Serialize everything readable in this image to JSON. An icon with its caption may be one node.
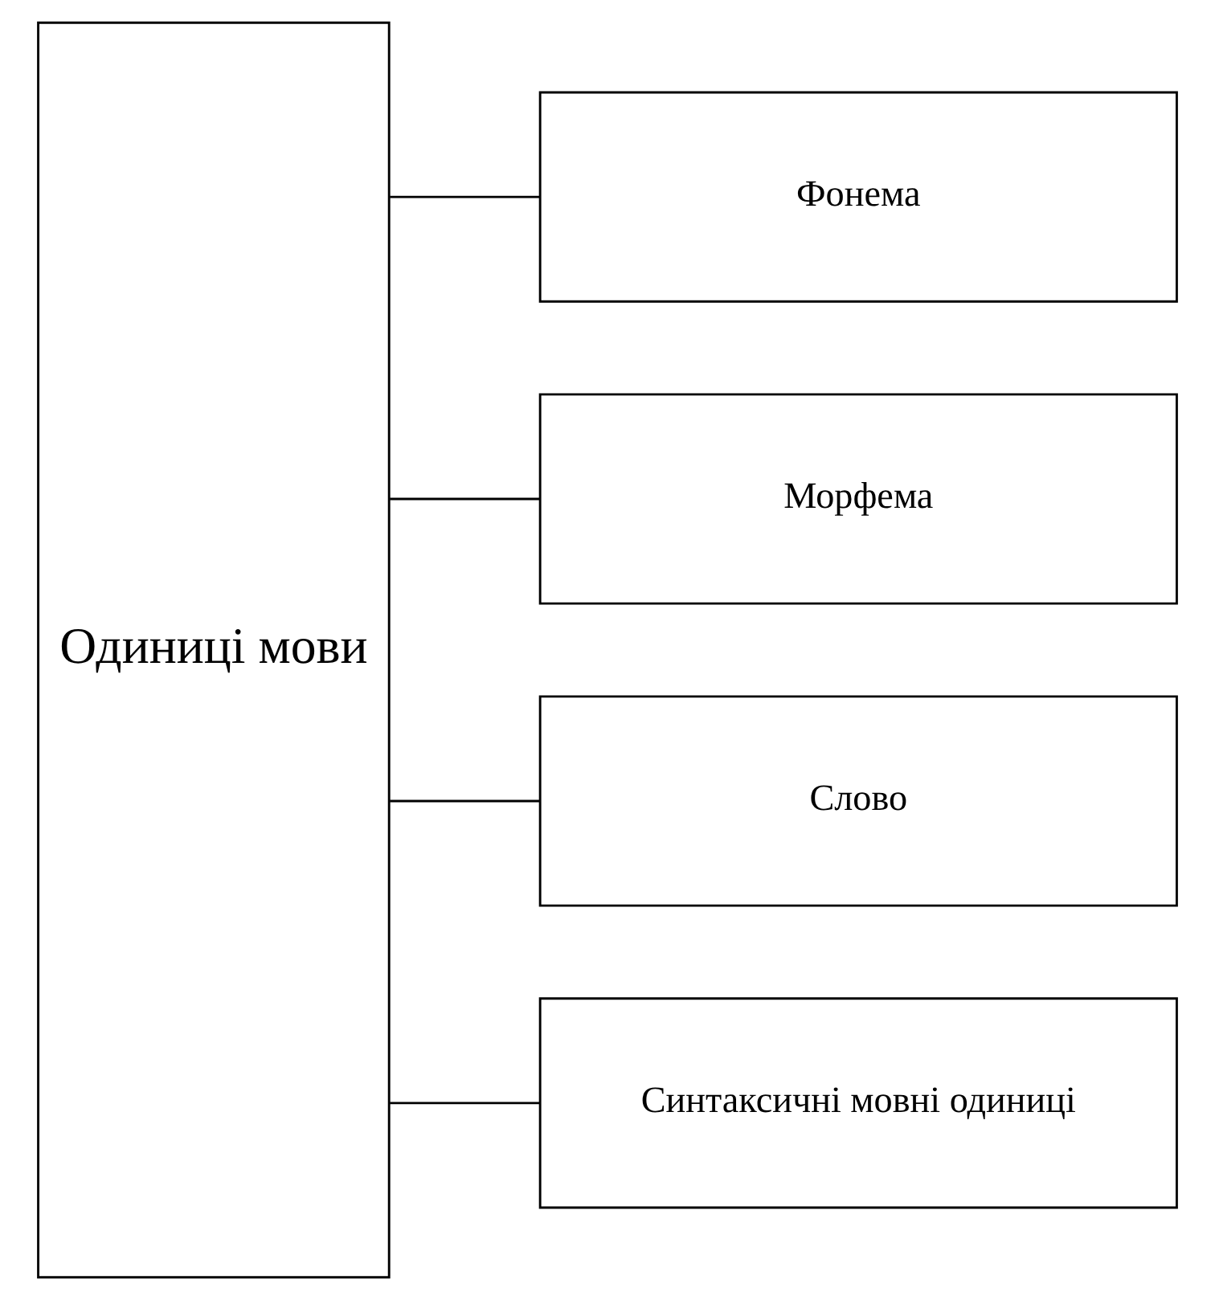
{
  "diagram": {
    "nodes": [
      {
        "text": [
          "Одиниці мови"
        ]
      },
      {
        "text": [
          "Фонема"
        ]
      },
      {
        "text": [
          "Морфема"
        ]
      },
      {
        "text": [
          "Слово"
        ]
      },
      {
        "text": [
          "Синтаксичні мовні одиниці"
        ]
      }
    ],
    "edges": [
      {
        "from": 0,
        "to": 1,
        "arrow": "none"
      },
      {
        "from": 0,
        "to": 2,
        "arrow": "none"
      },
      {
        "from": 0,
        "to": 3,
        "arrow": "none"
      },
      {
        "from": 0,
        "to": 4,
        "arrow": "none"
      }
    ]
  }
}
